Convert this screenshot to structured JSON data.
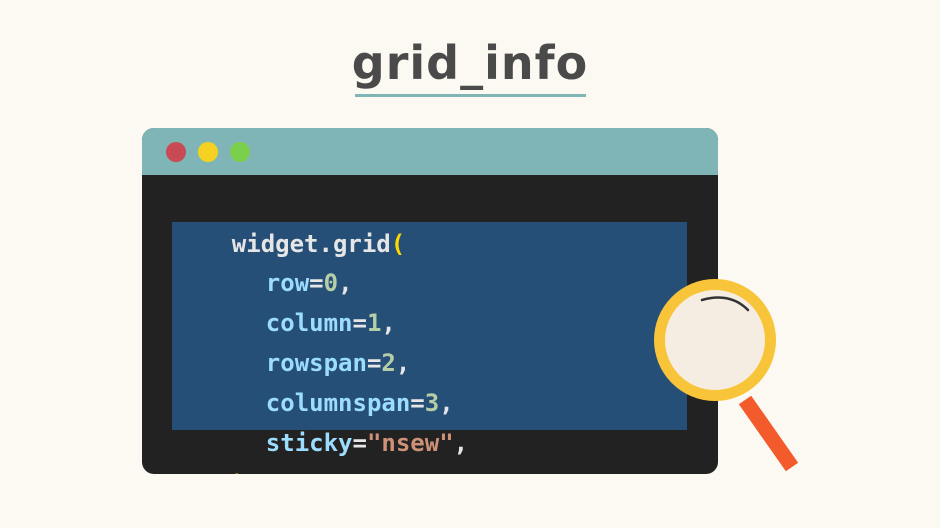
{
  "title": "grid_info",
  "colors": {
    "background": "#fbf9f1",
    "title_text": "#4a4a4a",
    "underline": "#7fb5b5",
    "window_bg": "#222222",
    "titlebar": "#7fb5b6",
    "highlight": "#264f78",
    "keyword": "#9cdcfe",
    "number": "#b5cea8",
    "string": "#ce9178",
    "paren": "#ffd700",
    "lens_ring": "#f8c53a",
    "lens_glass": "#f6ede2",
    "handle": "#f35a2c"
  },
  "window_controls": [
    "close-dot",
    "minimize-dot",
    "maximize-dot"
  ],
  "code": {
    "line1": {
      "call": "widget.grid",
      "open": "("
    },
    "args": [
      {
        "name": "row",
        "eq": "=",
        "value": "0",
        "comma": ","
      },
      {
        "name": "column",
        "eq": "=",
        "value": "1",
        "comma": ","
      },
      {
        "name": "rowspan",
        "eq": "=",
        "value": "2",
        "comma": ","
      },
      {
        "name": "columnspan",
        "eq": "=",
        "value": "3",
        "comma": ","
      },
      {
        "name": "sticky",
        "eq": "=",
        "value": "\"nsew\"",
        "comma": ","
      }
    ],
    "close": ")"
  },
  "icons": {
    "magnifier": "magnifying-glass-icon"
  }
}
